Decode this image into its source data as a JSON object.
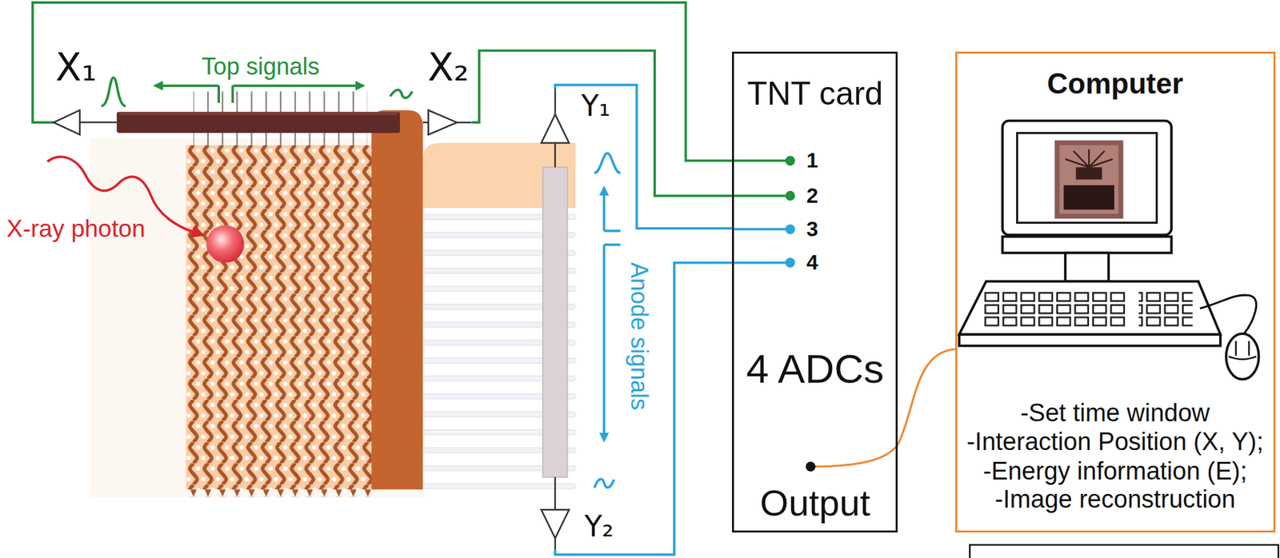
{
  "diagram": {
    "nodes": [
      {
        "text": [
          "X₁"
        ]
      },
      {
        "text": [
          "X₂"
        ]
      },
      {
        "text": [
          "Y₁"
        ]
      },
      {
        "text": [
          "Y₂"
        ]
      },
      {
        "text": [
          "TNT card",
          "4 ADCs",
          "Output"
        ]
      },
      {
        "text": [
          "Computer",
          "-Set time window",
          "-Interaction Position (X, Y);",
          "-Energy information (E);",
          "-Image reconstruction"
        ]
      }
    ],
    "edges": [
      {
        "from": 0,
        "to": 4,
        "arrow": "none"
      },
      {
        "from": 1,
        "to": 4,
        "arrow": "none"
      },
      {
        "from": 2,
        "to": 4,
        "arrow": "none"
      },
      {
        "from": 3,
        "to": 4,
        "arrow": "none"
      },
      {
        "from": 4,
        "to": 5,
        "arrow": "none"
      }
    ],
    "labels": [
      "Top signals",
      "X-ray photon",
      "Anode signals",
      "1",
      "2",
      "3",
      "4"
    ]
  }
}
